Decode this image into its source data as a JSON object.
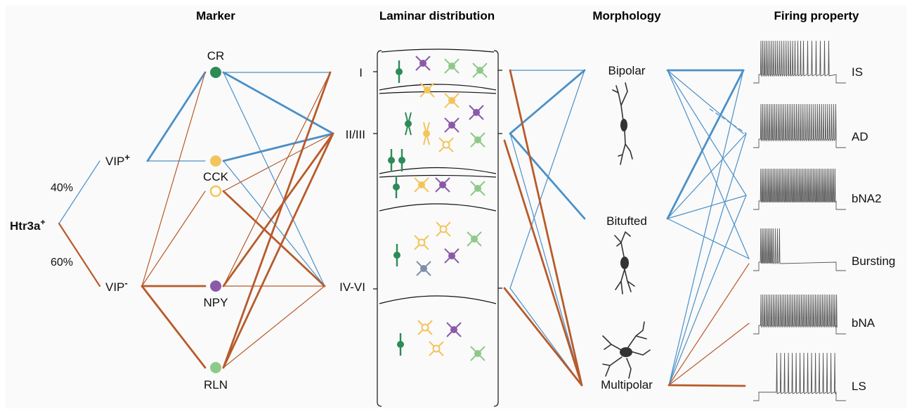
{
  "headers": {
    "marker": "Marker",
    "laminar": "Laminar distribution",
    "morphology": "Morphology",
    "firing": "Firing property"
  },
  "root": {
    "name": "Htr3a",
    "sup": "+"
  },
  "branches": [
    {
      "name": "VIP",
      "sup": "+",
      "percent": "40%"
    },
    {
      "name": "VIP",
      "sup": "-",
      "percent": "60%"
    }
  ],
  "markers": [
    "CR",
    "CCK",
    "NPY",
    "RLN"
  ],
  "layers": [
    "I",
    "II/III",
    "IV-VI"
  ],
  "morphologies": [
    "Bipolar",
    "Bitufted",
    "Multipolar"
  ],
  "firing_types": [
    "IS",
    "AD",
    "bNA2",
    "Bursting",
    "bNA",
    "LS"
  ],
  "colors": {
    "vip_pos": "#4a90c8",
    "vip_neg": "#b85a2a",
    "cr": "#2e8b57",
    "cck": "#f2c55c",
    "npy": "#8a5aa8",
    "rln": "#8fc98a",
    "gray_cell": "#7f8fa8",
    "panel_bg": "#fafafa"
  }
}
